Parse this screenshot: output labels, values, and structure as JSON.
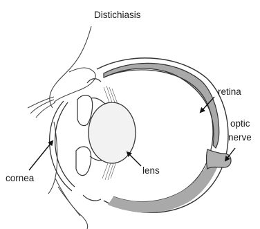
{
  "diagram": {
    "labels": {
      "distichiasis": "Distichiasis",
      "retina": "retina",
      "optic_line1": "optic",
      "optic_line2": "nerve",
      "lens": "lens",
      "cornea": "cornea"
    },
    "colors": {
      "line": "#333333",
      "retina_fill": "#a9a9a9",
      "optic_nerve_fill": "#b0b0b0",
      "background": "#ffffff"
    }
  }
}
